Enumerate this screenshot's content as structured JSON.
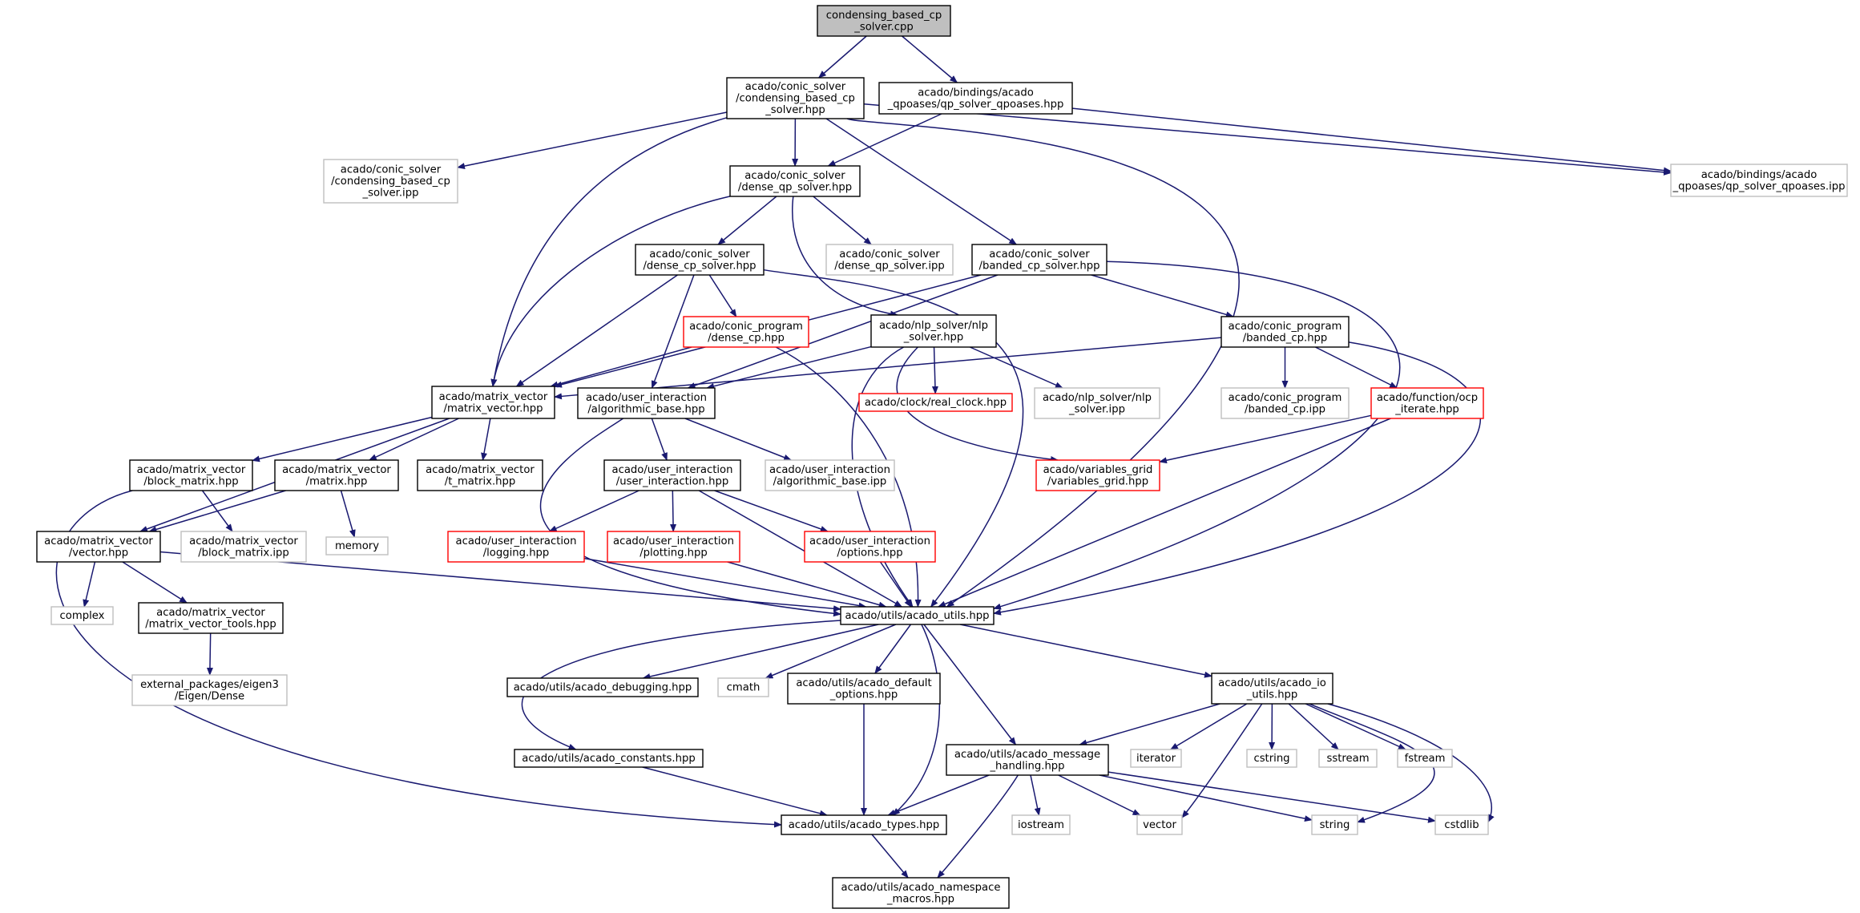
{
  "graph": {
    "colors": {
      "root_fill": "#bfbfbf",
      "documented_border": "#000000",
      "truncated_border": "#ff0000",
      "undocumented_border": "#bfbfbf",
      "edge": "#191970"
    },
    "nodes": [
      {
        "id": "root",
        "lines": [
          "condensing_based_cp",
          "_solver.cpp"
        ],
        "kind": "root"
      },
      {
        "id": "cbcs_hpp",
        "lines": [
          "acado/conic_solver",
          "/condensing_based_cp",
          "_solver.hpp"
        ],
        "kind": "documented"
      },
      {
        "id": "qpoases_hpp",
        "lines": [
          "acado/bindings/acado",
          "_qpoases/qp_solver_qpoases.hpp"
        ],
        "kind": "documented"
      },
      {
        "id": "cbcs_ipp",
        "lines": [
          "acado/conic_solver",
          "/condensing_based_cp",
          "_solver.ipp"
        ],
        "kind": "undocumented"
      },
      {
        "id": "dense_qp_hpp",
        "lines": [
          "acado/conic_solver",
          "/dense_qp_solver.hpp"
        ],
        "kind": "documented"
      },
      {
        "id": "qpoases_ipp",
        "lines": [
          "acado/bindings/acado",
          "_qpoases/qp_solver_qpoases.ipp"
        ],
        "kind": "undocumented"
      },
      {
        "id": "dense_cp_hpp",
        "lines": [
          "acado/conic_solver",
          "/dense_cp_solver.hpp"
        ],
        "kind": "documented"
      },
      {
        "id": "dense_qp_ipp",
        "lines": [
          "acado/conic_solver",
          "/dense_qp_solver.ipp"
        ],
        "kind": "undocumented"
      },
      {
        "id": "banded_cp_solver_hpp",
        "lines": [
          "acado/conic_solver",
          "/banded_cp_solver.hpp"
        ],
        "kind": "documented"
      },
      {
        "id": "dense_cp_prog",
        "lines": [
          "acado/conic_program",
          "/dense_cp.hpp"
        ],
        "kind": "truncated"
      },
      {
        "id": "nlp_hpp",
        "lines": [
          "acado/nlp_solver/nlp",
          "_solver.hpp"
        ],
        "kind": "documented"
      },
      {
        "id": "banded_cp_hpp",
        "lines": [
          "acado/conic_program",
          "/banded_cp.hpp"
        ],
        "kind": "documented"
      },
      {
        "id": "mv_hpp",
        "lines": [
          "acado/matrix_vector",
          "/matrix_vector.hpp"
        ],
        "kind": "documented"
      },
      {
        "id": "algo_hpp",
        "lines": [
          "acado/user_interaction",
          "/algorithmic_base.hpp"
        ],
        "kind": "documented"
      },
      {
        "id": "real_clock",
        "lines": [
          "acado/clock/real_clock.hpp"
        ],
        "kind": "truncated"
      },
      {
        "id": "nlp_ipp",
        "lines": [
          "acado/nlp_solver/nlp",
          "_solver.ipp"
        ],
        "kind": "undocumented"
      },
      {
        "id": "banded_cp_ipp",
        "lines": [
          "acado/conic_program",
          "/banded_cp.ipp"
        ],
        "kind": "undocumented"
      },
      {
        "id": "ocp_iterate",
        "lines": [
          "acado/function/ocp",
          "_iterate.hpp"
        ],
        "kind": "truncated"
      },
      {
        "id": "block_matrix_hpp",
        "lines": [
          "acado/matrix_vector",
          "/block_matrix.hpp"
        ],
        "kind": "documented"
      },
      {
        "id": "matrix_hpp",
        "lines": [
          "acado/matrix_vector",
          "/matrix.hpp"
        ],
        "kind": "documented"
      },
      {
        "id": "t_matrix",
        "lines": [
          "acado/matrix_vector",
          "/t_matrix.hpp"
        ],
        "kind": "documented"
      },
      {
        "id": "ui_hpp",
        "lines": [
          "acado/user_interaction",
          "/user_interaction.hpp"
        ],
        "kind": "documented"
      },
      {
        "id": "algo_ipp",
        "lines": [
          "acado/user_interaction",
          "/algorithmic_base.ipp"
        ],
        "kind": "undocumented"
      },
      {
        "id": "variables_grid",
        "lines": [
          "acado/variables_grid",
          "/variables_grid.hpp"
        ],
        "kind": "truncated"
      },
      {
        "id": "vector_hpp",
        "lines": [
          "acado/matrix_vector",
          "/vector.hpp"
        ],
        "kind": "documented"
      },
      {
        "id": "block_matrix_ipp",
        "lines": [
          "acado/matrix_vector",
          "/block_matrix.ipp"
        ],
        "kind": "undocumented"
      },
      {
        "id": "memory",
        "lines": [
          "memory"
        ],
        "kind": "undocumented"
      },
      {
        "id": "logging",
        "lines": [
          "acado/user_interaction",
          "/logging.hpp"
        ],
        "kind": "truncated"
      },
      {
        "id": "plotting",
        "lines": [
          "acado/user_interaction",
          "/plotting.hpp"
        ],
        "kind": "truncated"
      },
      {
        "id": "options",
        "lines": [
          "acado/user_interaction",
          "/options.hpp"
        ],
        "kind": "truncated"
      },
      {
        "id": "complex",
        "lines": [
          "complex"
        ],
        "kind": "undocumented"
      },
      {
        "id": "mv_tools",
        "lines": [
          "acado/matrix_vector",
          "/matrix_vector_tools.hpp"
        ],
        "kind": "documented"
      },
      {
        "id": "acado_utils",
        "lines": [
          "acado/utils/acado_utils.hpp"
        ],
        "kind": "documented"
      },
      {
        "id": "eigen",
        "lines": [
          "external_packages/eigen3",
          "/Eigen/Dense"
        ],
        "kind": "undocumented"
      },
      {
        "id": "debugging",
        "lines": [
          "acado/utils/acado_debugging.hpp"
        ],
        "kind": "documented"
      },
      {
        "id": "cmath",
        "lines": [
          "cmath"
        ],
        "kind": "undocumented"
      },
      {
        "id": "default_options",
        "lines": [
          "acado/utils/acado_default",
          "_options.hpp"
        ],
        "kind": "documented"
      },
      {
        "id": "io_utils",
        "lines": [
          "acado/utils/acado_io",
          "_utils.hpp"
        ],
        "kind": "documented"
      },
      {
        "id": "constants",
        "lines": [
          "acado/utils/acado_constants.hpp"
        ],
        "kind": "documented"
      },
      {
        "id": "message_handling",
        "lines": [
          "acado/utils/acado_message",
          "_handling.hpp"
        ],
        "kind": "documented"
      },
      {
        "id": "iterator",
        "lines": [
          "iterator"
        ],
        "kind": "undocumented"
      },
      {
        "id": "cstring",
        "lines": [
          "cstring"
        ],
        "kind": "undocumented"
      },
      {
        "id": "sstream",
        "lines": [
          "sstream"
        ],
        "kind": "undocumented"
      },
      {
        "id": "fstream",
        "lines": [
          "fstream"
        ],
        "kind": "undocumented"
      },
      {
        "id": "types",
        "lines": [
          "acado/utils/acado_types.hpp"
        ],
        "kind": "documented"
      },
      {
        "id": "iostream",
        "lines": [
          "iostream"
        ],
        "kind": "undocumented"
      },
      {
        "id": "vector_std",
        "lines": [
          "vector"
        ],
        "kind": "undocumented"
      },
      {
        "id": "string_std",
        "lines": [
          "string"
        ],
        "kind": "undocumented"
      },
      {
        "id": "cstdlib",
        "lines": [
          "cstdlib"
        ],
        "kind": "undocumented"
      },
      {
        "id": "namespace_macros",
        "lines": [
          "acado/utils/acado_namespace",
          "_macros.hpp"
        ],
        "kind": "documented"
      }
    ],
    "edges": [
      [
        "root",
        "cbcs_hpp"
      ],
      [
        "root",
        "qpoases_hpp"
      ],
      [
        "cbcs_hpp",
        "cbcs_ipp"
      ],
      [
        "cbcs_hpp",
        "dense_qp_hpp"
      ],
      [
        "cbcs_hpp",
        "qpoases_ipp"
      ],
      [
        "cbcs_hpp",
        "banded_cp_solver_hpp"
      ],
      [
        "cbcs_hpp",
        "mv_hpp"
      ],
      [
        "cbcs_hpp",
        "acado_utils"
      ],
      [
        "qpoases_hpp",
        "dense_qp_hpp"
      ],
      [
        "qpoases_hpp",
        "qpoases_ipp"
      ],
      [
        "dense_qp_hpp",
        "dense_cp_hpp"
      ],
      [
        "dense_qp_hpp",
        "dense_qp_ipp"
      ],
      [
        "dense_qp_hpp",
        "nlp_hpp"
      ],
      [
        "dense_qp_hpp",
        "mv_hpp"
      ],
      [
        "dense_cp_hpp",
        "dense_cp_prog"
      ],
      [
        "dense_cp_hpp",
        "algo_hpp"
      ],
      [
        "dense_cp_hpp",
        "mv_hpp"
      ],
      [
        "dense_cp_hpp",
        "acado_utils"
      ],
      [
        "banded_cp_solver_hpp",
        "banded_cp_hpp"
      ],
      [
        "banded_cp_solver_hpp",
        "mv_hpp"
      ],
      [
        "banded_cp_solver_hpp",
        "algo_hpp"
      ],
      [
        "banded_cp_solver_hpp",
        "acado_utils"
      ],
      [
        "dense_cp_prog",
        "mv_hpp"
      ],
      [
        "dense_cp_prog",
        "acado_utils"
      ],
      [
        "nlp_hpp",
        "real_clock"
      ],
      [
        "nlp_hpp",
        "nlp_ipp"
      ],
      [
        "nlp_hpp",
        "algo_hpp"
      ],
      [
        "nlp_hpp",
        "variables_grid"
      ],
      [
        "nlp_hpp",
        "acado_utils"
      ],
      [
        "banded_cp_hpp",
        "banded_cp_ipp"
      ],
      [
        "banded_cp_hpp",
        "ocp_iterate"
      ],
      [
        "banded_cp_hpp",
        "mv_hpp"
      ],
      [
        "banded_cp_hpp",
        "acado_utils"
      ],
      [
        "mv_hpp",
        "block_matrix_hpp"
      ],
      [
        "mv_hpp",
        "matrix_hpp"
      ],
      [
        "mv_hpp",
        "t_matrix"
      ],
      [
        "mv_hpp",
        "vector_hpp"
      ],
      [
        "algo_hpp",
        "ui_hpp"
      ],
      [
        "algo_hpp",
        "algo_ipp"
      ],
      [
        "algo_hpp",
        "acado_utils"
      ],
      [
        "ocp_iterate",
        "variables_grid"
      ],
      [
        "ocp_iterate",
        "acado_utils"
      ],
      [
        "block_matrix_hpp",
        "block_matrix_ipp"
      ],
      [
        "block_matrix_hpp",
        "types"
      ],
      [
        "matrix_hpp",
        "vector_hpp"
      ],
      [
        "matrix_hpp",
        "memory"
      ],
      [
        "ui_hpp",
        "logging"
      ],
      [
        "ui_hpp",
        "plotting"
      ],
      [
        "ui_hpp",
        "options"
      ],
      [
        "ui_hpp",
        "acado_utils"
      ],
      [
        "vector_hpp",
        "complex"
      ],
      [
        "vector_hpp",
        "mv_tools"
      ],
      [
        "vector_hpp",
        "acado_utils"
      ],
      [
        "logging",
        "acado_utils"
      ],
      [
        "plotting",
        "acado_utils"
      ],
      [
        "options",
        "acado_utils"
      ],
      [
        "mv_tools",
        "eigen"
      ],
      [
        "acado_utils",
        "debugging"
      ],
      [
        "acado_utils",
        "cmath"
      ],
      [
        "acado_utils",
        "default_options"
      ],
      [
        "acado_utils",
        "io_utils"
      ],
      [
        "acado_utils",
        "constants"
      ],
      [
        "acado_utils",
        "message_handling"
      ],
      [
        "acado_utils",
        "types"
      ],
      [
        "default_options",
        "types"
      ],
      [
        "io_utils",
        "message_handling"
      ],
      [
        "io_utils",
        "iterator"
      ],
      [
        "io_utils",
        "cstring"
      ],
      [
        "io_utils",
        "sstream"
      ],
      [
        "io_utils",
        "fstream"
      ],
      [
        "io_utils",
        "vector_std"
      ],
      [
        "io_utils",
        "string_std"
      ],
      [
        "io_utils",
        "cstdlib"
      ],
      [
        "constants",
        "types"
      ],
      [
        "message_handling",
        "types"
      ],
      [
        "message_handling",
        "iostream"
      ],
      [
        "message_handling",
        "vector_std"
      ],
      [
        "message_handling",
        "string_std"
      ],
      [
        "message_handling",
        "cstdlib"
      ],
      [
        "message_handling",
        "namespace_macros"
      ],
      [
        "types",
        "namespace_macros"
      ]
    ]
  }
}
